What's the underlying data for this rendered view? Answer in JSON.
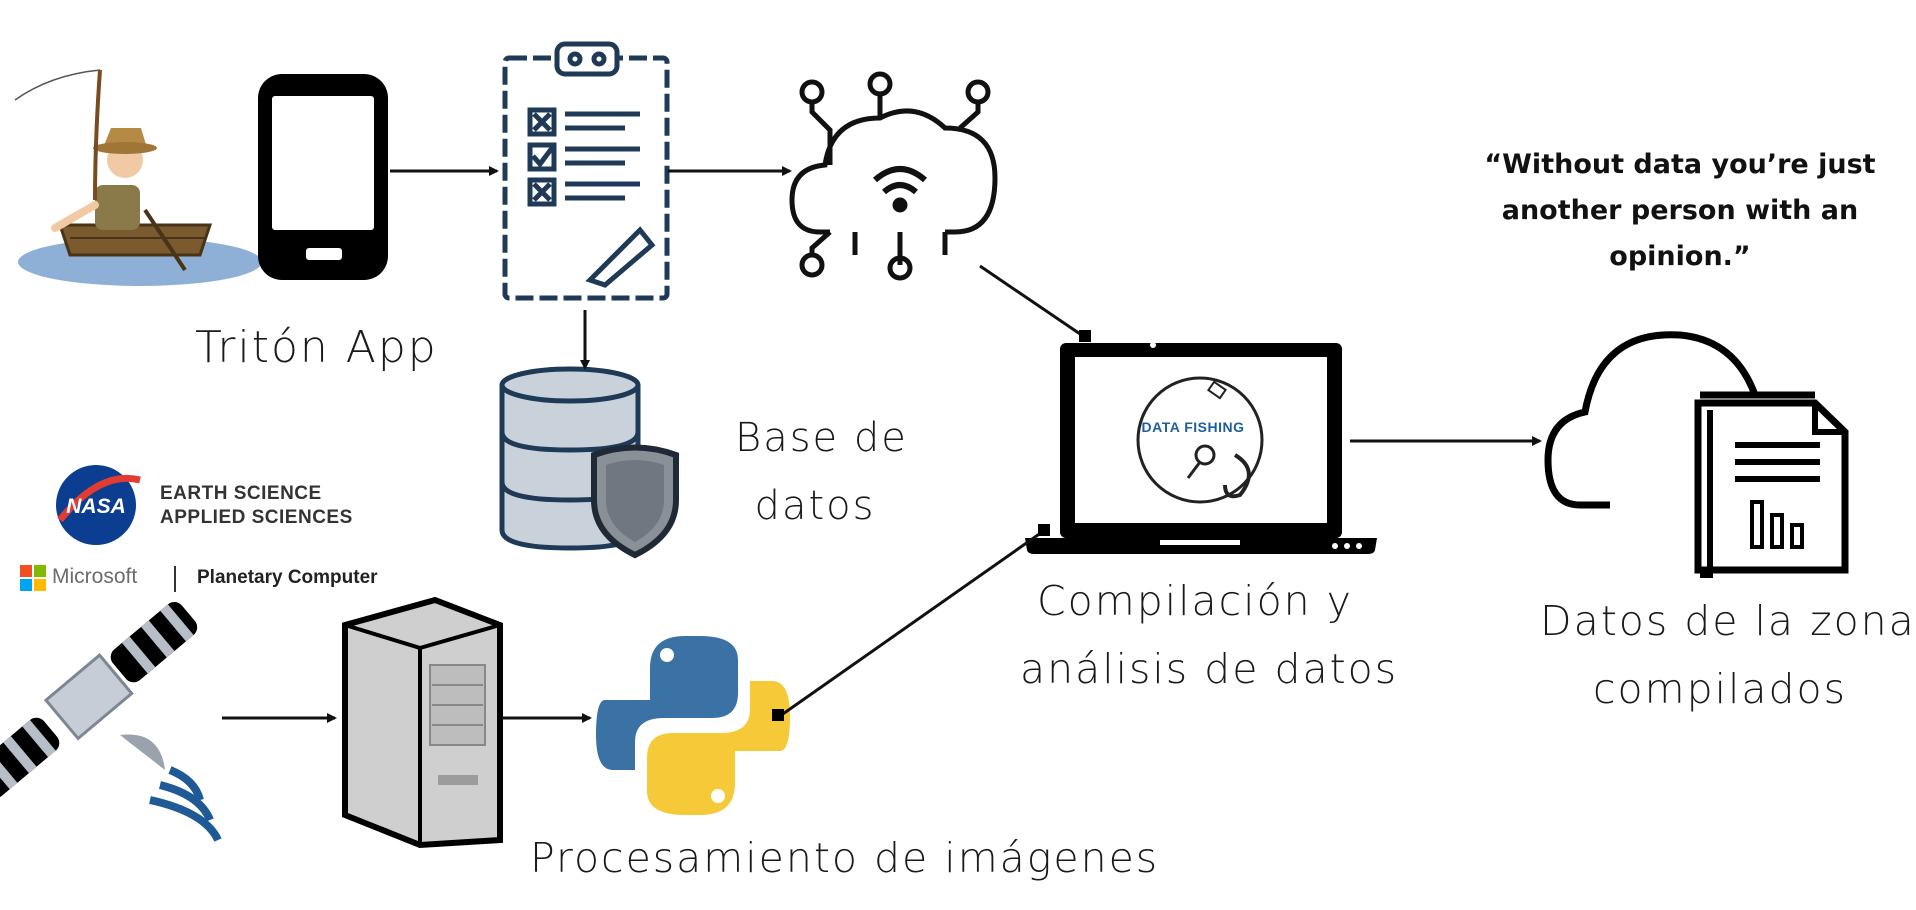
{
  "labels": {
    "triton_app": "Tritón App",
    "base_de_datos_1": "Base de",
    "base_de_datos_2": "datos",
    "compilacion_1": "Compilación y",
    "compilacion_2": "análisis de datos",
    "datos_zona_1": "Datos de la zona",
    "datos_zona_2": "compilados",
    "procesamiento": "Procesamiento de imágenes"
  },
  "quote": {
    "line1": "“Without data you’re just",
    "line2": "another person with an",
    "line3": "opinion.”"
  },
  "logos": {
    "nasa_badge": "NASA",
    "nasa_line1": "EARTH SCIENCE",
    "nasa_line2": "APPLIED SCIENCES",
    "microsoft": "Microsoft",
    "planetary_computer": "Planetary Computer",
    "data_fishing": "DATA FISHING"
  },
  "colors": {
    "navy": "#1f3a56",
    "python_blue": "#3b72a6",
    "python_yellow": "#f6c939",
    "db_gray": "#c9d2da",
    "server_gray": "#d9d9d9",
    "nasa_blue": "#0b3d91",
    "nasa_red": "#e03c31"
  }
}
